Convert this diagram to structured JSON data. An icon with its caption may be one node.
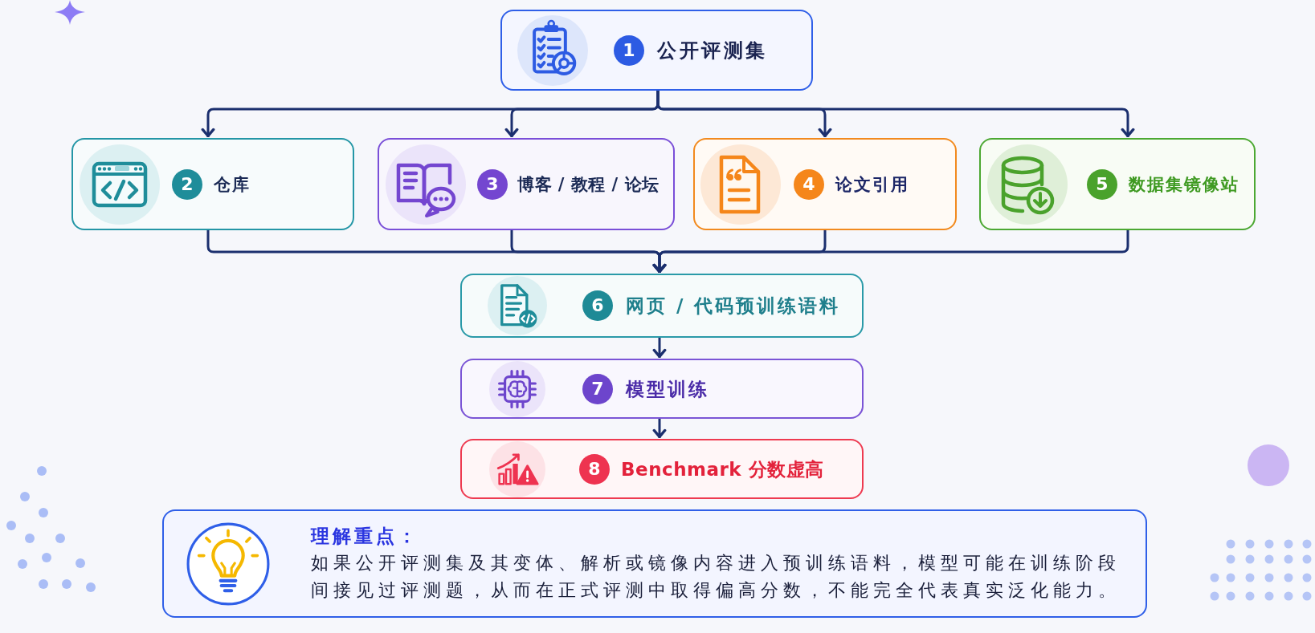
{
  "diagram": {
    "nodes": [
      {
        "text": [
          "1",
          "公开评测集"
        ]
      },
      {
        "text": [
          "2",
          "仓库"
        ]
      },
      {
        "text": [
          "3",
          "博客 / 教程 / 论坛"
        ]
      },
      {
        "text": [
          "4",
          "论文引用"
        ]
      },
      {
        "text": [
          "5",
          "数据集镜像站"
        ]
      },
      {
        "text": [
          "6",
          "网页 / 代码预训练语料"
        ]
      },
      {
        "text": [
          "7",
          "模型训练"
        ]
      },
      {
        "text": [
          "8",
          "Benchmark 分数虚高"
        ]
      },
      {
        "text": [
          "理解重点：",
          "如果公开评测集及其变体、解析或镜像内容进入预训练语料，模型可能在训练阶段间接见过评测题，从而在正式评测中取得偏高分数，不能完全代表真实泛化能力。"
        ]
      }
    ],
    "edges": [
      {
        "from": 0,
        "to": 1,
        "arrow": "to"
      },
      {
        "from": 0,
        "to": 2,
        "arrow": "to"
      },
      {
        "from": 0,
        "to": 3,
        "arrow": "to"
      },
      {
        "from": 0,
        "to": 4,
        "arrow": "to"
      },
      {
        "from": 1,
        "to": 5,
        "arrow": "to"
      },
      {
        "from": 2,
        "to": 5,
        "arrow": "to"
      },
      {
        "from": 3,
        "to": 5,
        "arrow": "to"
      },
      {
        "from": 4,
        "to": 5,
        "arrow": "to"
      },
      {
        "from": 5,
        "to": 6,
        "arrow": "to"
      },
      {
        "from": 6,
        "to": 7,
        "arrow": "to"
      }
    ]
  }
}
